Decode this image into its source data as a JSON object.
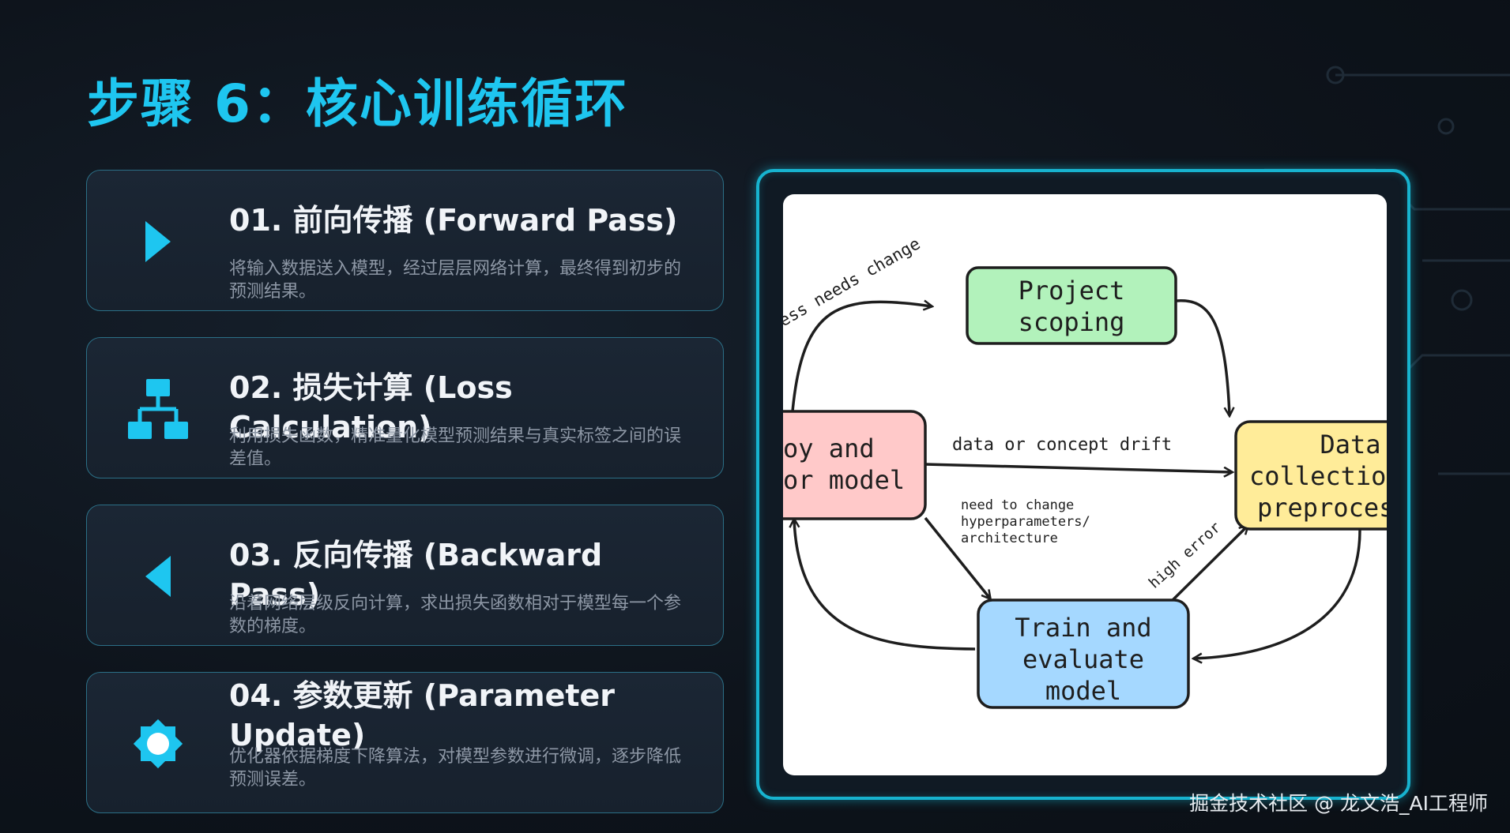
{
  "slide": {
    "title": "步骤 6：核心训练循环",
    "watermark": "掘金技术社区 @ 龙文浩_AI工程师"
  },
  "steps": [
    {
      "icon": "play-triangle-right",
      "title": "01. 前向传播 (Forward Pass)",
      "description": "将输入数据送入模型，经过层层网络计算，最终得到初步的预测结果。"
    },
    {
      "icon": "hierarchy-tree",
      "title": "02. 损失计算 (Loss Calculation)",
      "description": "利用损失函数，精准量化模型预测结果与真实标签之间的误差值。"
    },
    {
      "icon": "play-triangle-left",
      "title": "03. 反向传播 (Backward Pass)",
      "description": "沿着网络层级反向计算，求出损失函数相对于模型每一个参数的梯度。"
    },
    {
      "icon": "gear",
      "title": "04. 参数更新 (Parameter Update)",
      "description": "优化器依据梯度下降算法，对模型参数进行微调，逐步降低预测误差。"
    }
  ],
  "diagram": {
    "nodes": {
      "scoping_line1": "Project",
      "scoping_line2": "scoping",
      "data_line1": "Data",
      "data_line2": "collectio",
      "data_line3": "preproces",
      "train_line1": "Train and",
      "train_line2": "evaluate",
      "train_line3": "model",
      "deploy_line1": "oy and",
      "deploy_line2": "or model"
    },
    "edges": {
      "business_change": "ess needs change",
      "drift": "data or concept drift",
      "hyper_line1": "need to change",
      "hyper_line2": "hyperparameters/",
      "hyper_line3": "architecture",
      "high_error": "high error"
    },
    "colors": {
      "scoping": "#b2f2bb",
      "data": "#ffec99",
      "train": "#a5d8ff",
      "deploy": "#ffc9c9",
      "accent": "#1ec6f0"
    }
  }
}
